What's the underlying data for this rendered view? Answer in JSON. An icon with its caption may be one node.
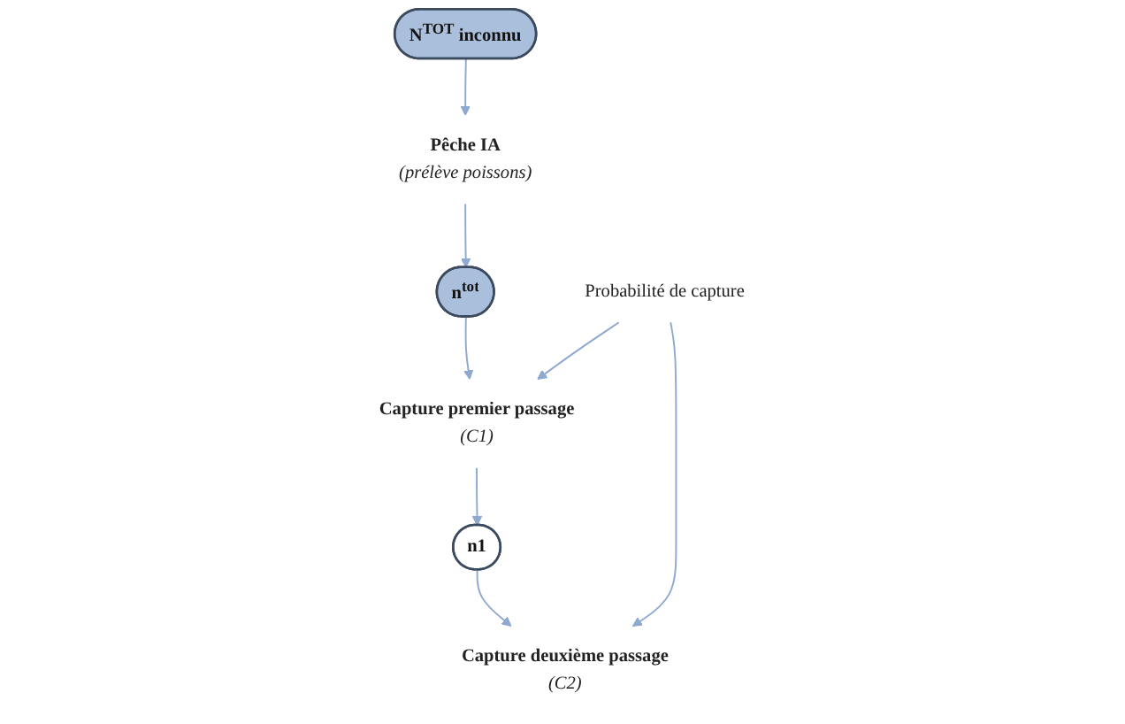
{
  "diagram": {
    "nodes": [
      {
        "text": [
          "N$^{TOT}$ inconnu"
        ]
      },
      {
        "text": [
          "Pêche IA",
          "(prélève poissons)"
        ]
      },
      {
        "text": [
          "n$^{tot}$"
        ]
      },
      {
        "text": [
          "Capture premier passage",
          "(C1)"
        ]
      },
      {
        "text": [
          "n1"
        ]
      },
      {
        "text": [
          "Capture deuxième passage",
          "(C2)"
        ]
      },
      {
        "text": [
          "Probabilité de capture"
        ]
      }
    ],
    "edges": [
      {
        "from": 0,
        "to": 1,
        "arrow": "to"
      },
      {
        "from": 1,
        "to": 2,
        "arrow": "to"
      },
      {
        "from": 2,
        "to": 3,
        "arrow": "to"
      },
      {
        "from": 3,
        "to": 4,
        "arrow": "to"
      },
      {
        "from": 4,
        "to": 5,
        "arrow": "to"
      },
      {
        "from": 6,
        "to": 3,
        "arrow": "to"
      },
      {
        "from": 6,
        "to": 5,
        "arrow": "to"
      }
    ]
  }
}
